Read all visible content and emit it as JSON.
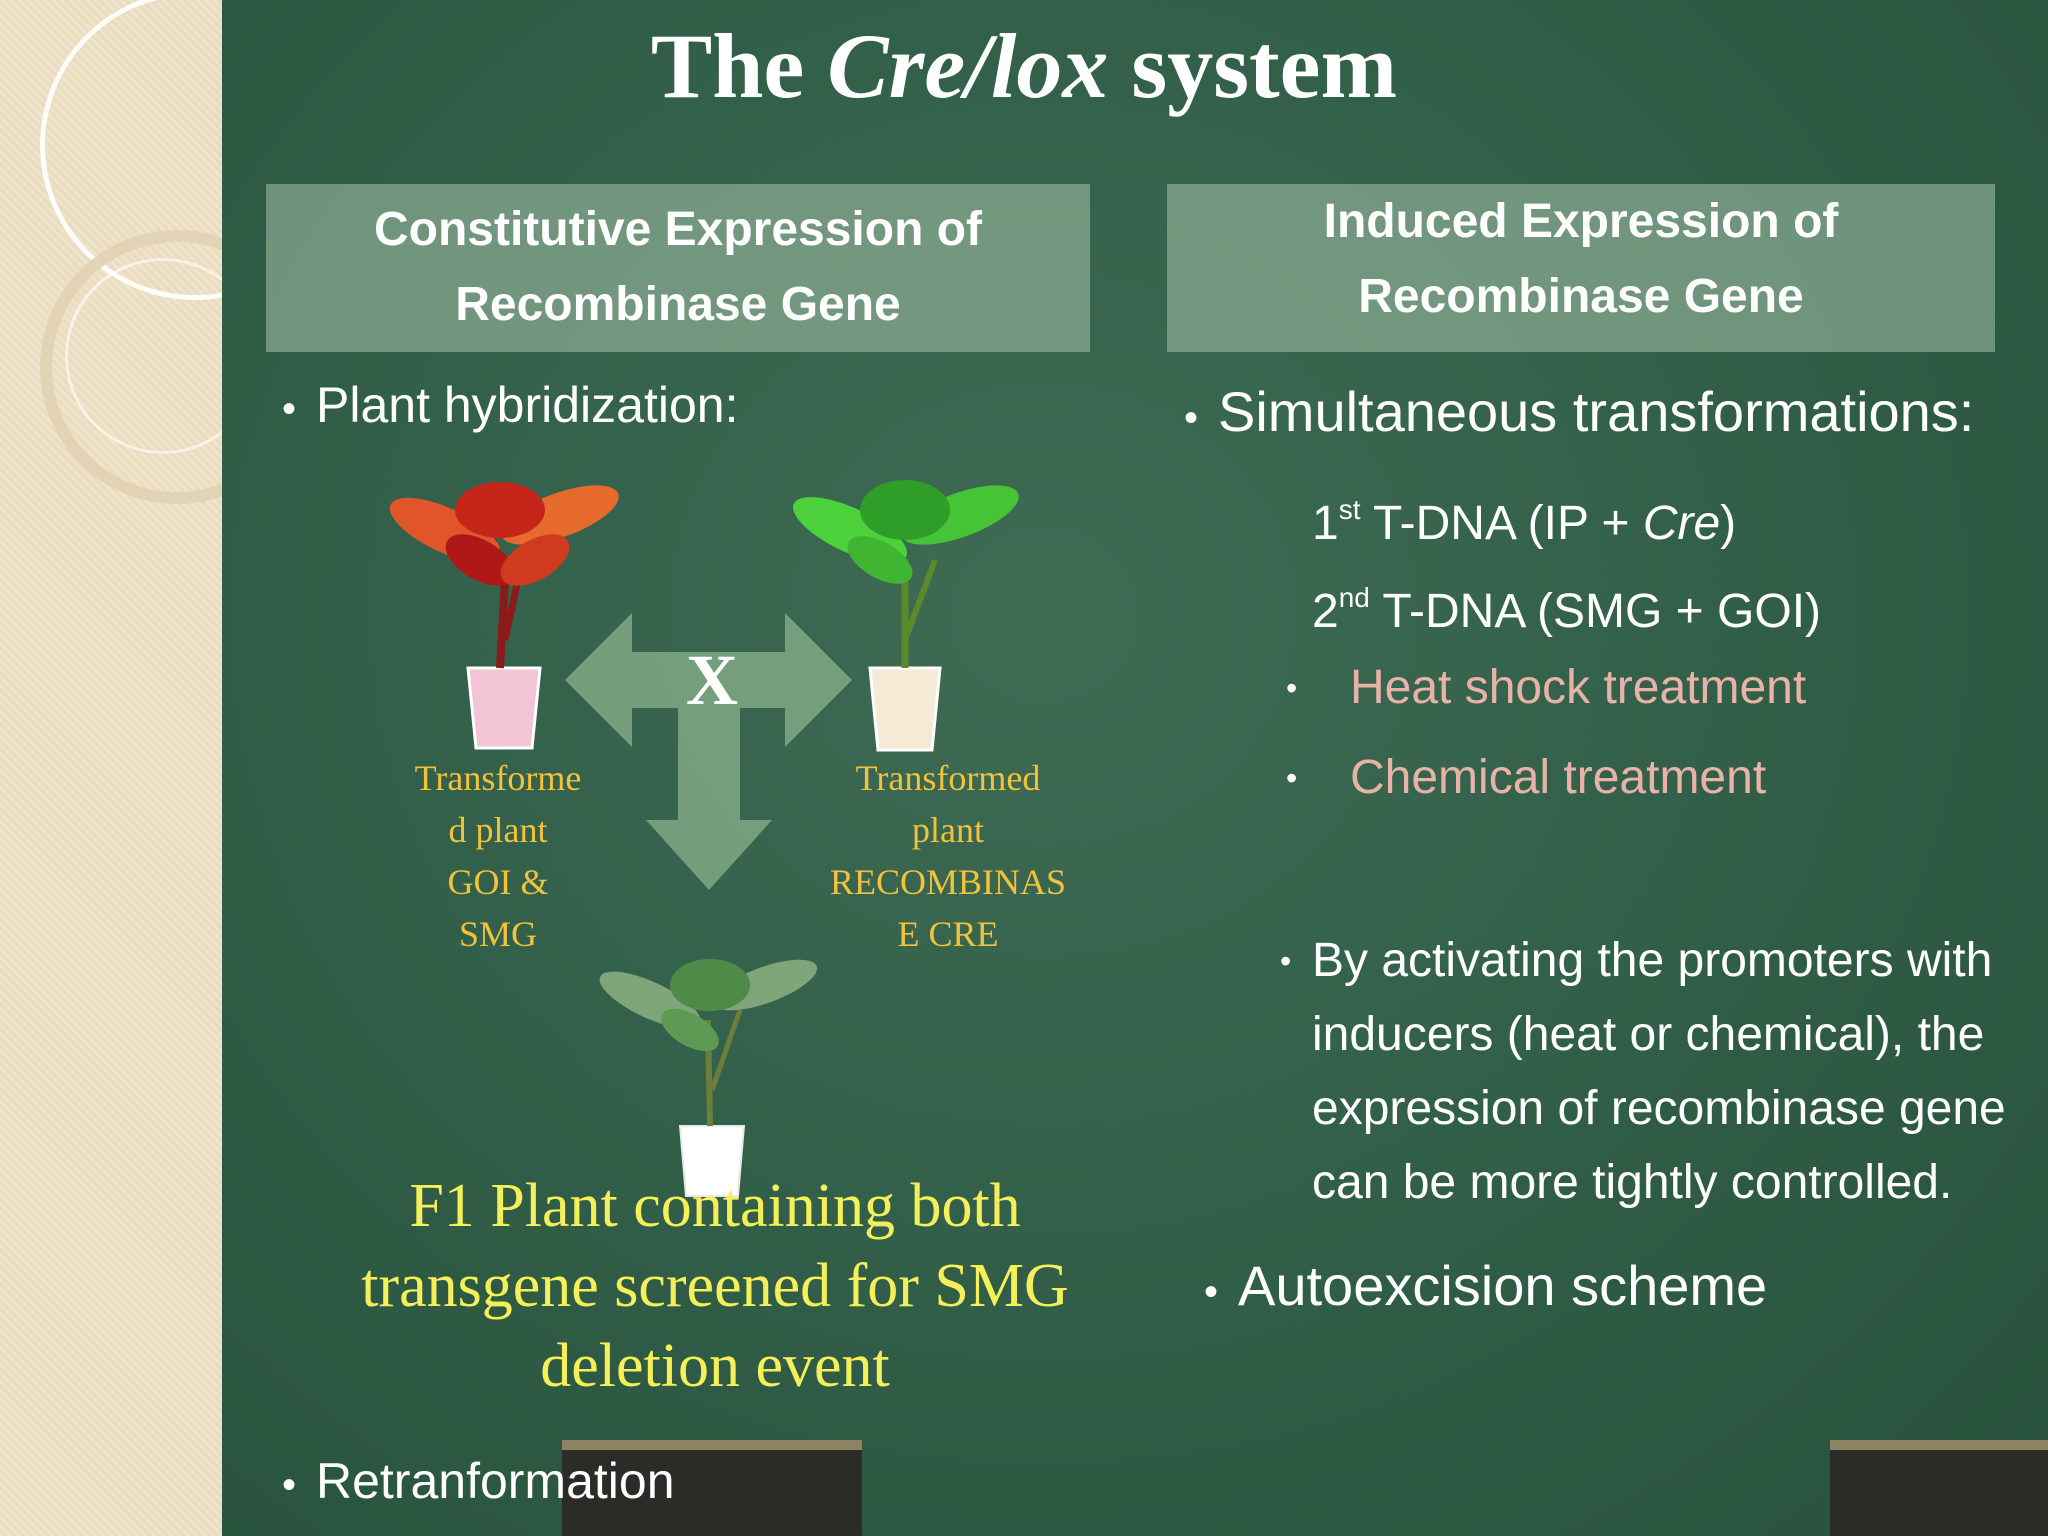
{
  "slide": {
    "title_prefix": "The ",
    "title_italic": "Cre/lox",
    "title_suffix": " system",
    "colors": {
      "board": "#33604a",
      "header_box": "#a5c3a8",
      "plant_label": "#f2c23b",
      "f1_text": "#f5f05a",
      "treatment_text": "#e8b3a6"
    },
    "left": {
      "header_line1": "Constitutive Expression of",
      "header_line2": "Recombinase Gene",
      "bullet_hybridization": "Plant hybridization:",
      "cross_symbol": "X",
      "plant_left_label": [
        "Transforme",
        "d plant",
        "GOI &",
        "SMG"
      ],
      "plant_right_label": [
        "Transformed",
        "plant",
        "RECOMBINAS",
        "E CRE"
      ],
      "f1_lines": [
        "F1 Plant containing both",
        "transgene screened for  SMG",
        "deletion event"
      ],
      "bullet_retransformation": "Retranformation"
    },
    "right": {
      "header_line1": "Induced Expression of",
      "header_line2": "Recombinase Gene",
      "bullet_simultaneous": "Simultaneous transformations:",
      "tdna1_num": "1",
      "tdna1_sup": "st",
      "tdna1_text": " T-DNA (IP + ",
      "tdna1_italic": "Cre",
      "tdna1_end": ")",
      "tdna2_num": "2",
      "tdna2_sup": "nd",
      "tdna2_text": " T-DNA (SMG + GOI)",
      "treatment1": "Heat shock treatment",
      "treatment2": "Chemical treatment",
      "paragraph_lines": [
        "By activating the promoters with",
        "inducers (heat or chemical), the",
        "expression of recombinase gene",
        "can be more tightly controlled."
      ],
      "bullet_autoexcision": "Autoexcision scheme"
    },
    "bullet_char": "•"
  }
}
